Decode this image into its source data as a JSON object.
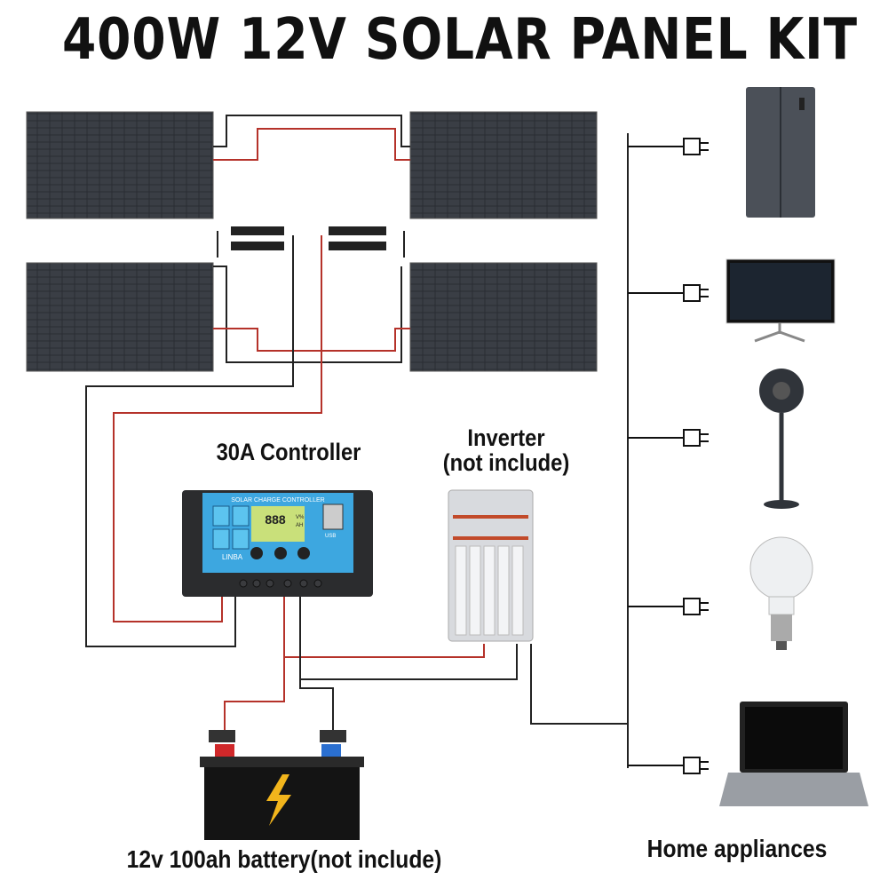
{
  "title": "400W 12V SOLAR PANEL KIT",
  "labels": {
    "controller": "30A Controller",
    "inverter_line1": "Inverter",
    "inverter_line2": "(not include)",
    "battery": "12v 100ah battery(not include)",
    "appliances": "Home appliances"
  },
  "controller_face": {
    "header": "SOLAR CHARGE CONTROLLER",
    "display": "888",
    "units_top": "V%",
    "units_bottom": "AH",
    "brand": "LINBA",
    "usb": "USB"
  },
  "appliances": [
    "refrigerator-icon",
    "monitor-icon",
    "fan-icon",
    "light-bulb-icon",
    "laptop-icon"
  ],
  "colors": {
    "wire_red": "#b5322a",
    "wire_black": "#222222",
    "controller_blue": "#3da7e0",
    "battery_red": "#d0282a",
    "battery_blue": "#2a6fd0",
    "bolt": "#f2b51c"
  }
}
